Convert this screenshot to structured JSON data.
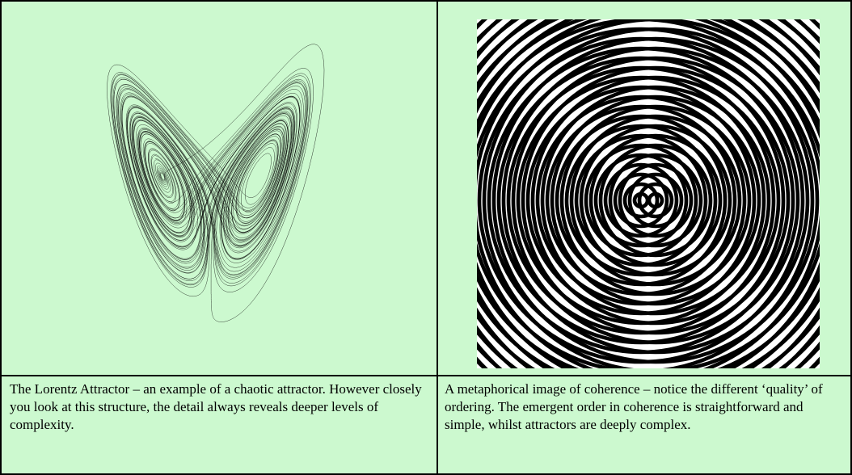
{
  "table": {
    "cells": [
      {
        "figure": "lorenz-attractor",
        "caption": "The Lorentz Attractor – an example of a chaotic attractor. However closely you look at this structure, the detail always reveals deeper levels of complexity."
      },
      {
        "figure": "coherence-rings",
        "caption": "A metaphorical image of coherence – notice the different ‘quality’ of ordering. The emergent order in coherence is straightforward and simple, whilst attractors are deeply complex."
      }
    ]
  },
  "colors": {
    "cell_background": "#ccf9cf",
    "border": "#000000",
    "ink": "#000000"
  }
}
